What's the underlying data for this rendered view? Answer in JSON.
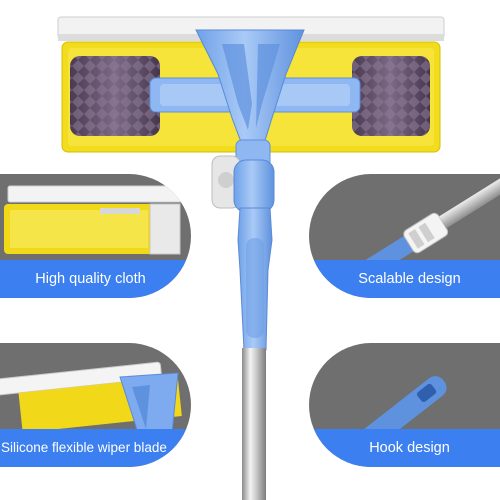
{
  "features": {
    "top_left": "High quality cloth",
    "top_right": "Scalable design",
    "bottom_left": "Silicone flexible wiper blade",
    "bottom_right": "Hook design"
  },
  "colors": {
    "accent_blue": "#3b7ff0",
    "card_gray": "#6f6f6f",
    "sponge_yellow": "#f2dc1e",
    "handle_blue": "#8fb8f2"
  }
}
